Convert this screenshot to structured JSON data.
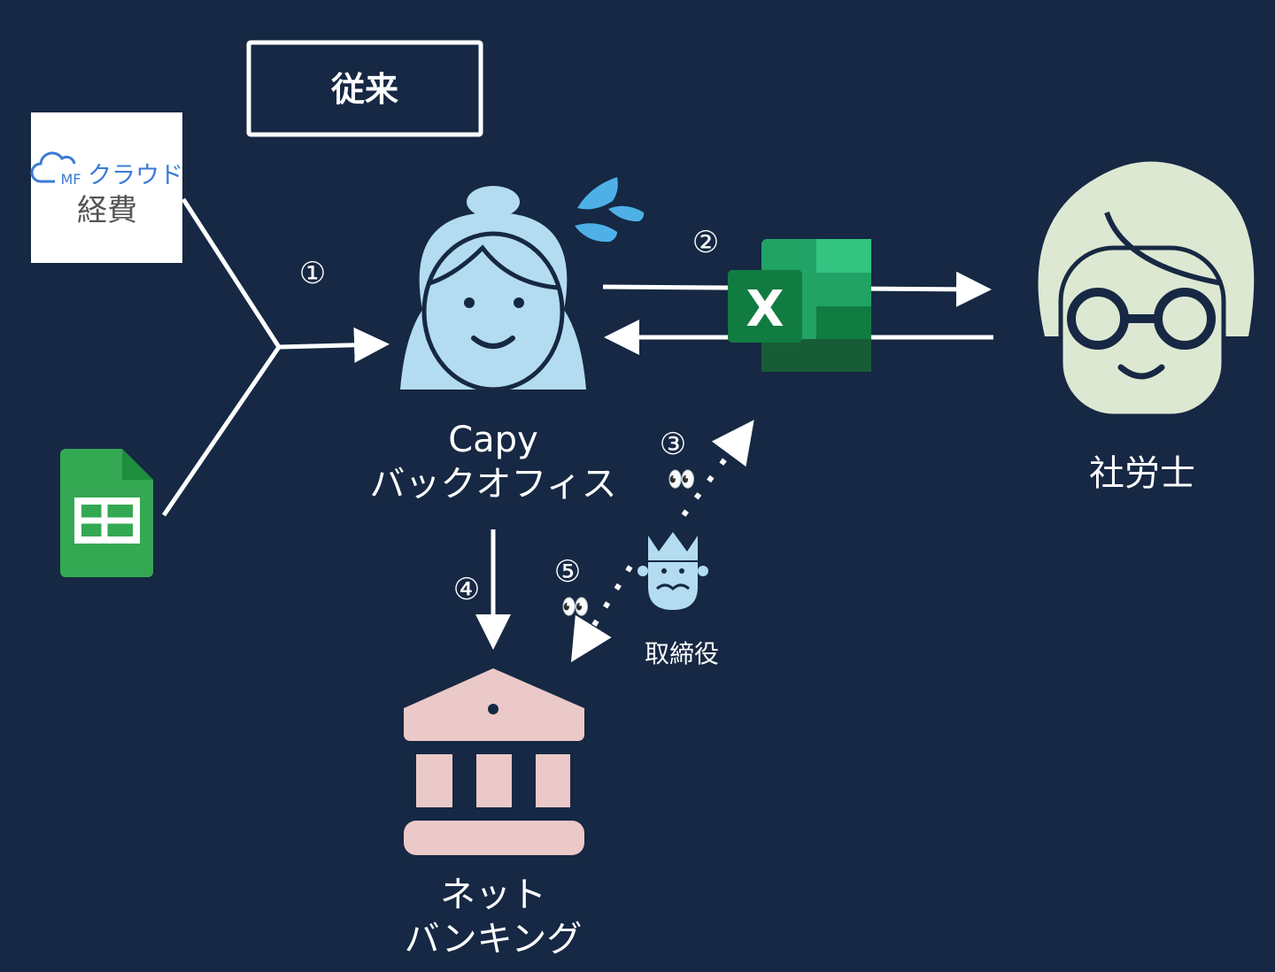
{
  "title": "従来",
  "colors": {
    "background": "#162843",
    "capy": "#b3dcf1",
    "sharoushi": "#dde8d2",
    "bank": "#ebc9c8",
    "sheets": "#34a853",
    "excel": "#1f7244"
  },
  "mf_logo": {
    "brand": "MF",
    "product": "クラウド",
    "sub": "経費"
  },
  "nodes": {
    "capy_line1": "Capy",
    "capy_line2": "バックオフィス",
    "sharoushi": "社労士",
    "director": "取締役",
    "bank_line1": "ネット",
    "bank_line2": "バンキング"
  },
  "steps": {
    "s1": "①",
    "s2": "②",
    "s3": "③",
    "s4": "④",
    "s5": "⑤"
  },
  "icons": {
    "excel_letter": "X",
    "eyes": "👀"
  }
}
